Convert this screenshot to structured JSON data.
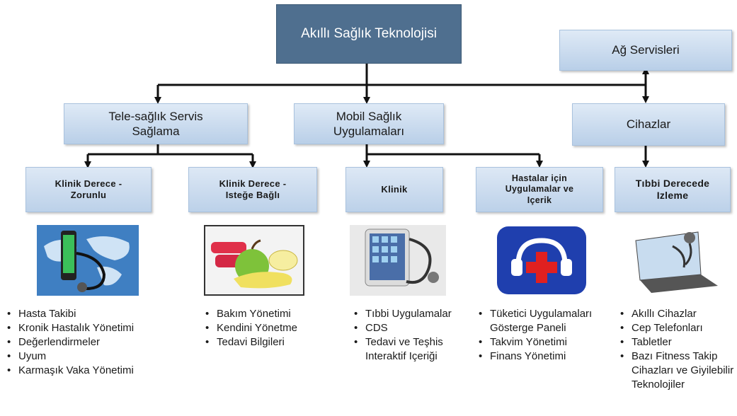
{
  "root": {
    "label": "Akıllı Sağlık Teknolojisi"
  },
  "network": {
    "label": "Ağ Servisleri"
  },
  "level1": {
    "telehealth": {
      "line1": "Tele-sağlık Servis",
      "line2": "Sağlama"
    },
    "mobile": {
      "line1": "Mobil Sağlık",
      "line2": "Uygulamaları"
    },
    "devices": {
      "label": "Cihazlar"
    }
  },
  "level2": {
    "clinical_mandatory": {
      "line1": "Klinik Derece -",
      "line2": "Zorunlu"
    },
    "clinical_optional": {
      "line1": "Klinik Derece -",
      "line2": "Isteğe Bağlı"
    },
    "clinical": {
      "label": "Klinik"
    },
    "patient_apps": {
      "line1": "Hastalar için",
      "line2": "Uygulamalar ve",
      "line3": "Içerik"
    },
    "medical_monitoring": {
      "line1": "Tıbbi Derecede",
      "line2": "Izleme"
    }
  },
  "lists": {
    "col1": [
      "Hasta Takibi",
      "Kronik Hastalık Yönetimi",
      "Değerlendirmeler",
      "Uyum",
      "Karmaşık Vaka Yönetimi"
    ],
    "col2": [
      "Bakım Yönetimi",
      "Kendini Yönetme",
      "Tedavi Bilgileri"
    ],
    "col3": [
      "Tıbbi Uygulamalar",
      "CDS",
      "Tedavi ve Teşhis Interaktif Içeriği"
    ],
    "col4": [
      "Tüketici Uygulamaları Gösterge Paneli",
      "Takvim Yönetimi",
      "Finans Yönetimi"
    ],
    "col5": [
      "Akıllı Cihazlar",
      "Cep Telefonları",
      "Tabletler",
      "Bazı Fitness Takip Cihazları ve Giyilebilir Teknolojiler"
    ]
  },
  "images": {
    "img1": "world-map-stethoscope-phone",
    "img2": "apple-dumbbells-measuring-tape",
    "img3": "tablet-with-stethoscope",
    "img4": "headset-medical-cross-app-icon",
    "img5": "laptop-with-stethoscope"
  },
  "colors": {
    "root_fill": "#4f6f8f",
    "box_fill": "#c8daee",
    "line": "#111111",
    "app_icon": "#1f3fae",
    "cross": "#e02020"
  }
}
